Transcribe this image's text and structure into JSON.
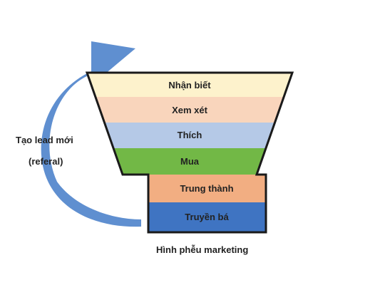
{
  "funnel": {
    "stages": [
      {
        "label": "Nhận biết",
        "color": "#fdf2cc"
      },
      {
        "label": "Xem xét",
        "color": "#f9d5bc"
      },
      {
        "label": "Thích",
        "color": "#b5c9e7"
      },
      {
        "label": "Mua",
        "color": "#72b846"
      },
      {
        "label": "Trung thành",
        "color": "#f2ae82"
      },
      {
        "label": "Truyền bá",
        "color": "#3f74c2"
      }
    ],
    "outline_color": "#1a1a1a"
  },
  "arrow": {
    "color": "#5f8fd0",
    "label_line1": "Tạo lead mới",
    "label_line2": "(referal)"
  },
  "caption": "Hình phễu marketing"
}
